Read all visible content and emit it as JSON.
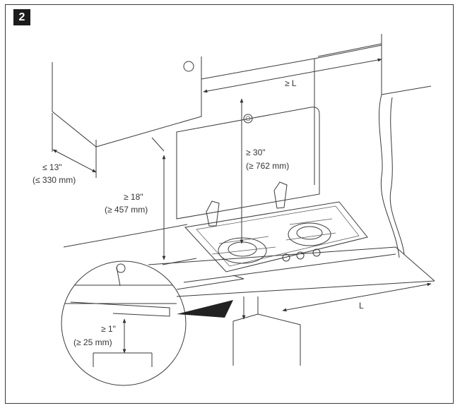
{
  "figure_number": "2",
  "labels": {
    "cabinet_depth": "≤ 13\"",
    "cabinet_depth_metric": "(≤ 330 mm)",
    "cabinet_height": "≥ 18\"",
    "cabinet_height_metric": "(≥ 457 mm)",
    "lid_clearance": "≥ 30\"",
    "lid_clearance_metric": "(≥ 762 mm)",
    "width_min": "≥ L",
    "width": "L",
    "under_clearance": "≥ 1\"",
    "under_clearance_metric": "(≥ 25 mm)"
  }
}
